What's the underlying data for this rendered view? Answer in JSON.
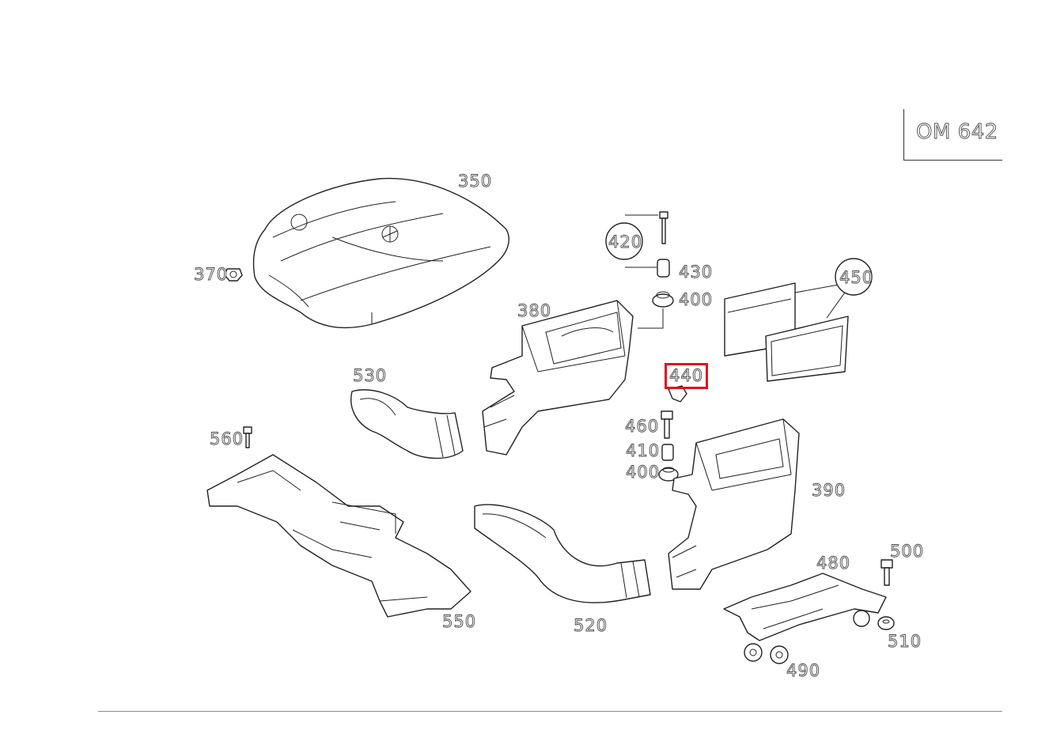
{
  "engine_code": "OM 642",
  "highlighted_callout": "440",
  "highlight_color": "#e0121b",
  "callouts": {
    "c350": "350",
    "c370": "370",
    "c380": "380",
    "c390": "390",
    "c400a": "400",
    "c400b": "400",
    "c410": "410",
    "c420": "420",
    "c430": "430",
    "c440": "440",
    "c450": "450",
    "c460": "460",
    "c480": "480",
    "c490": "490",
    "c500": "500",
    "c510": "510",
    "c520": "520",
    "c530": "530",
    "c550": "550",
    "c560": "560"
  }
}
